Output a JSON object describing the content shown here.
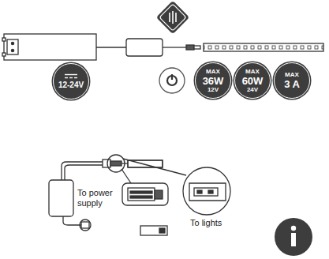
{
  "diagram": {
    "nodes": [
      {
        "text": [
          "12-24V"
        ]
      },
      {
        "text": [
          "MAX",
          "36W",
          "12V"
        ]
      },
      {
        "text": [
          "MAX",
          "60W",
          "24V"
        ]
      },
      {
        "text": [
          "MAX",
          "3 A"
        ]
      }
    ],
    "labels": [
      "To power supply",
      "To lights"
    ]
  }
}
